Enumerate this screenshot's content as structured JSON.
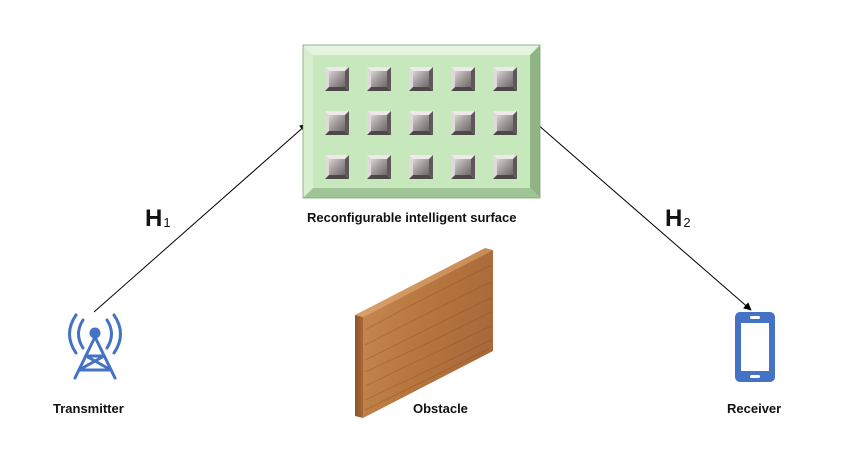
{
  "labels": {
    "ris": "Reconfigurable intelligent surface",
    "transmitter": "Transmitter",
    "obstacle": "Obstacle",
    "receiver": "Receiver"
  },
  "channels": {
    "h1": {
      "symbol": "H",
      "index": "1"
    },
    "h2": {
      "symbol": "H",
      "index": "2"
    }
  },
  "ris_grid": {
    "rows": 3,
    "columns": 5
  },
  "icons": {
    "transmitter": "antenna-tower-icon",
    "receiver": "mobile-phone-icon",
    "obstacle": "wooden-wall-icon"
  },
  "colors": {
    "ris_face": "#c6e8bc",
    "ris_bevel_light": "#e4f5df",
    "ris_bevel_dark": "#8fb585",
    "element_face": "#9c9696",
    "icon_blue": "#4472c4",
    "wood": "#b8794a",
    "arrow": "#000000"
  }
}
